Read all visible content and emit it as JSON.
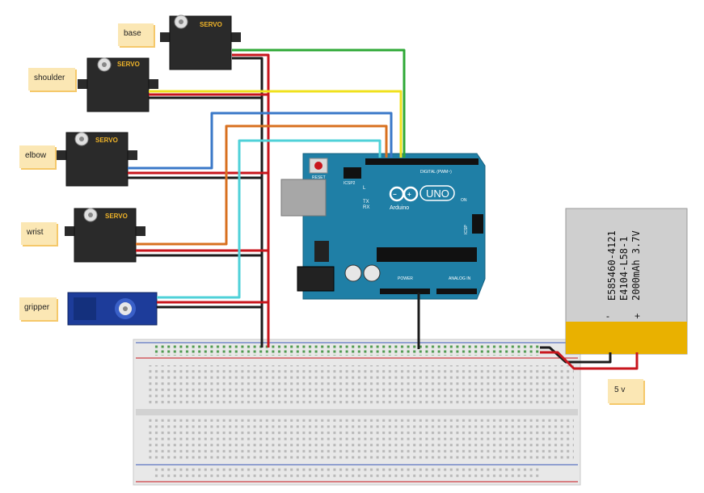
{
  "notes": {
    "base": "base",
    "shoulder": "shoulder",
    "elbow": "elbow",
    "wrist": "wrist",
    "gripper": "gripper",
    "supply": "5 v"
  },
  "servo_label": "SERVO",
  "arduino": {
    "brand": "Arduino",
    "model": "UNO",
    "reset": "RESET",
    "icsp2": "ICSP2",
    "icsp": "ICSP",
    "digital": "DIGITAL (PWM~)",
    "analog": "ANALOG IN",
    "power": "POWER",
    "led_l": "L",
    "led_tx": "TX",
    "led_rx": "RX",
    "led_on": "ON"
  },
  "battery": {
    "line1": "E585460-4121",
    "line2": "E4104-L58-1",
    "line3": "2000mAh 3.7V",
    "minus": "-",
    "plus": "+"
  },
  "colors": {
    "wire_red": "#c8161d",
    "wire_black": "#1b1b1b",
    "wire_green": "#2ea836",
    "wire_yellow": "#f0e11c",
    "wire_blue": "#3a78c8",
    "wire_orange": "#d8701f",
    "wire_cyan": "#4fd1d8",
    "arduino_board": "#1f7fa6",
    "battery_body": "#cfcfcf",
    "battery_band": "#e9b100",
    "note": "#fbe7b4"
  }
}
